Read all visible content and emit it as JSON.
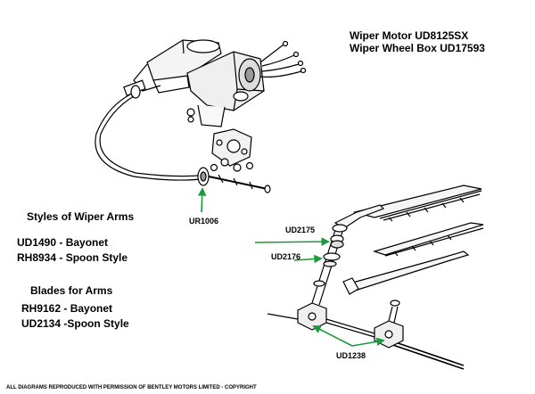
{
  "header": {
    "motor": "Wiper Motor UD8125SX",
    "wheelbox": "Wiper Wheel Box UD17593"
  },
  "arms": {
    "heading": "Styles of Wiper Arms",
    "bayonet": "UD1490 - Bayonet",
    "spoon": "RH8934 - Spoon Style"
  },
  "blades": {
    "heading": "Blades for Arms",
    "bayonet": "RH9162 - Bayonet",
    "spoon": "UD2134 -Spoon Style"
  },
  "callouts": {
    "grommet": "UR1006",
    "nut": "UD2175",
    "washer": "UD2176",
    "wheelbox": "UD1238"
  },
  "footer": {
    "copyright": "ALL DIAGRAMS REPRODUCED WITH PERMISSION OF BENTLEY MOTORS LIMITED - COPYRIGHT"
  },
  "colors": {
    "arrow": "#1a9a3a",
    "line": "#000000"
  }
}
